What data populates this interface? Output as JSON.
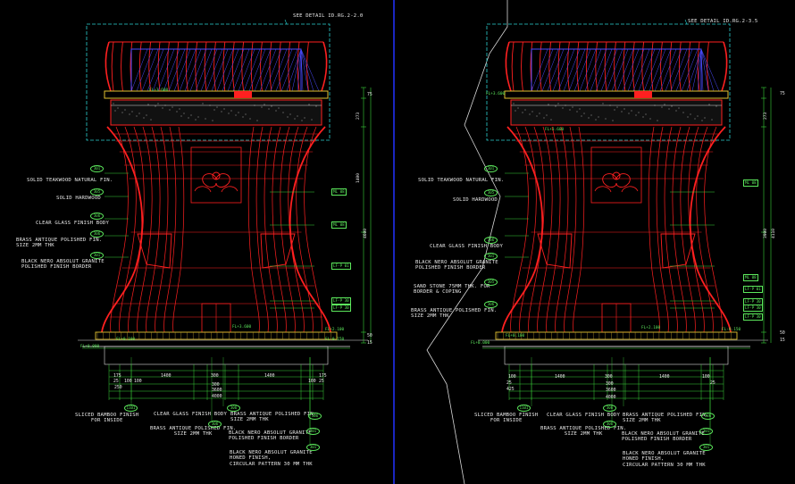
{
  "colors": {
    "background": "#000000",
    "structure": "#ff2020",
    "dimension": "#3ad23a",
    "guide": "#2bd0d0",
    "hatch": "#4b4bff",
    "text": "#e8e8e8",
    "divider": "#2233ff"
  },
  "left": {
    "see_detail": "SEE DETAIL ID.RG.2-2.0",
    "labels": {
      "teakwood": "SOLID TEAKWOOD NATURAL FIN.",
      "hardwood": "SOLID HARDWOOD",
      "glass": "CLEAR GLASS FINISH BODY",
      "brass": "BRASS ANTIQUE POLISHED FIN.\nSIZE 2MM THK",
      "nero": "BLACK NERO ABSOLUT GRANITE\nPOLISHED FINISH BORDER"
    },
    "bubbles": {
      "teakwood": "301",
      "hardwood": "305",
      "glass": "306",
      "brass": "306",
      "nero": "301"
    },
    "boxes": [
      "ML 08",
      "ML 08",
      "LF-P 01",
      "LF-P 30",
      "LF-P 30"
    ],
    "levels": [
      "FL+3.600",
      "FL+3.600",
      "FL+2.100",
      "FL+0.100",
      "FL+0.000",
      "FL-0.150"
    ],
    "right_dims": [
      "75",
      "273",
      "1400",
      "4600",
      "50",
      "15"
    ],
    "bottom_dims_1": [
      "175",
      "100",
      "100",
      "1400",
      "300",
      "1400",
      "100",
      "175"
    ],
    "bottom_dims_2": [
      "25",
      "250",
      "300",
      "25"
    ],
    "bottom_dims_3": [
      "3600"
    ],
    "bottom_dims_4": [
      "4000"
    ],
    "notes": {
      "bamboo": "SLICED BAMBOO FINISH\nFOR INSIDE",
      "glass": "CLEAR GLASS FINISH BODY",
      "brass1": "BRASS ANTIQUE POLISHED FIN.\nSIZE 2MM THK",
      "brass2": "BRASS ANTIQUE POLISHED FIN.\nSIZE 2MM THK",
      "nero": "BLACK NERO ABSOLUT GRANITE\nPOLISHED FINISH BORDER",
      "honed": "BLACK NERO ABSOLUT GRANITE\nHONED FINISH,\nCIRCULAR PATTERN 30 MM THK"
    },
    "note_bubbles": [
      "1101",
      "306",
      "306",
      "306",
      "301",
      "301"
    ]
  },
  "right": {
    "see_detail": "SEE DETAIL ID.RG.2-3.5",
    "labels": {
      "teakwood": "SOLID TEAKWOOD NATURAL FIN.",
      "hardwood": "SOLID HARDWOOD",
      "glass": "CLEAR GLASS FINISH BODY",
      "nero": "BLACK NERO ABSOLUT GRANITE\nPOLISHED FINISH BORDER",
      "sand": "SAND STONE 75MM THK. FOR\nBORDER & COPING",
      "brass": "BRASS ANTIQUE POLISHED FIN.\nSIZE 2MM THK"
    },
    "bubbles": {
      "teakwood": "301",
      "hardwood": "305",
      "glass": "306",
      "nero": "301",
      "sand": "305",
      "brass": "306"
    },
    "boxes": [
      "ML 08",
      "ML 08",
      "LF-P 01",
      "LF-P 30",
      "LF-P 30",
      "LF-P 30"
    ],
    "levels": [
      "FL+3.600",
      "FL+3.600",
      "FL+2.100",
      "FL+0.100",
      "FL+0.000",
      "FL-0.150"
    ],
    "right_dims": [
      "75",
      "273",
      "3900",
      "4110",
      "50",
      "15"
    ],
    "bottom_dims_1": [
      "100",
      "1400",
      "300",
      "1400",
      "100"
    ],
    "bottom_dims_2": [
      "25",
      "425",
      "300",
      "25"
    ],
    "bottom_dims_3": [
      "3600"
    ],
    "bottom_dims_4": [
      "4000"
    ],
    "notes": {
      "bamboo": "SLICED BAMBOO FINISH\nFOR INSIDE",
      "glass": "CLEAR GLASS FINISH BODY",
      "brass1": "BRASS ANTIQUE POLISHED FIN.\nSIZE 2MM THK",
      "brass2": "BRASS ANTIQUE POLISHED FIN.\nSIZE 2MM THK",
      "nero": "BLACK NERO ABSOLUT GRANITE\nPOLISHED FINISH BORDER",
      "honed": "BLACK NERO ABSOLUT GRANITE\nHONED FINISH,\nCIRCULAR PATTERN 30 MM THK"
    },
    "note_bubbles": [
      "1101",
      "306",
      "306",
      "306",
      "301",
      "301"
    ]
  }
}
